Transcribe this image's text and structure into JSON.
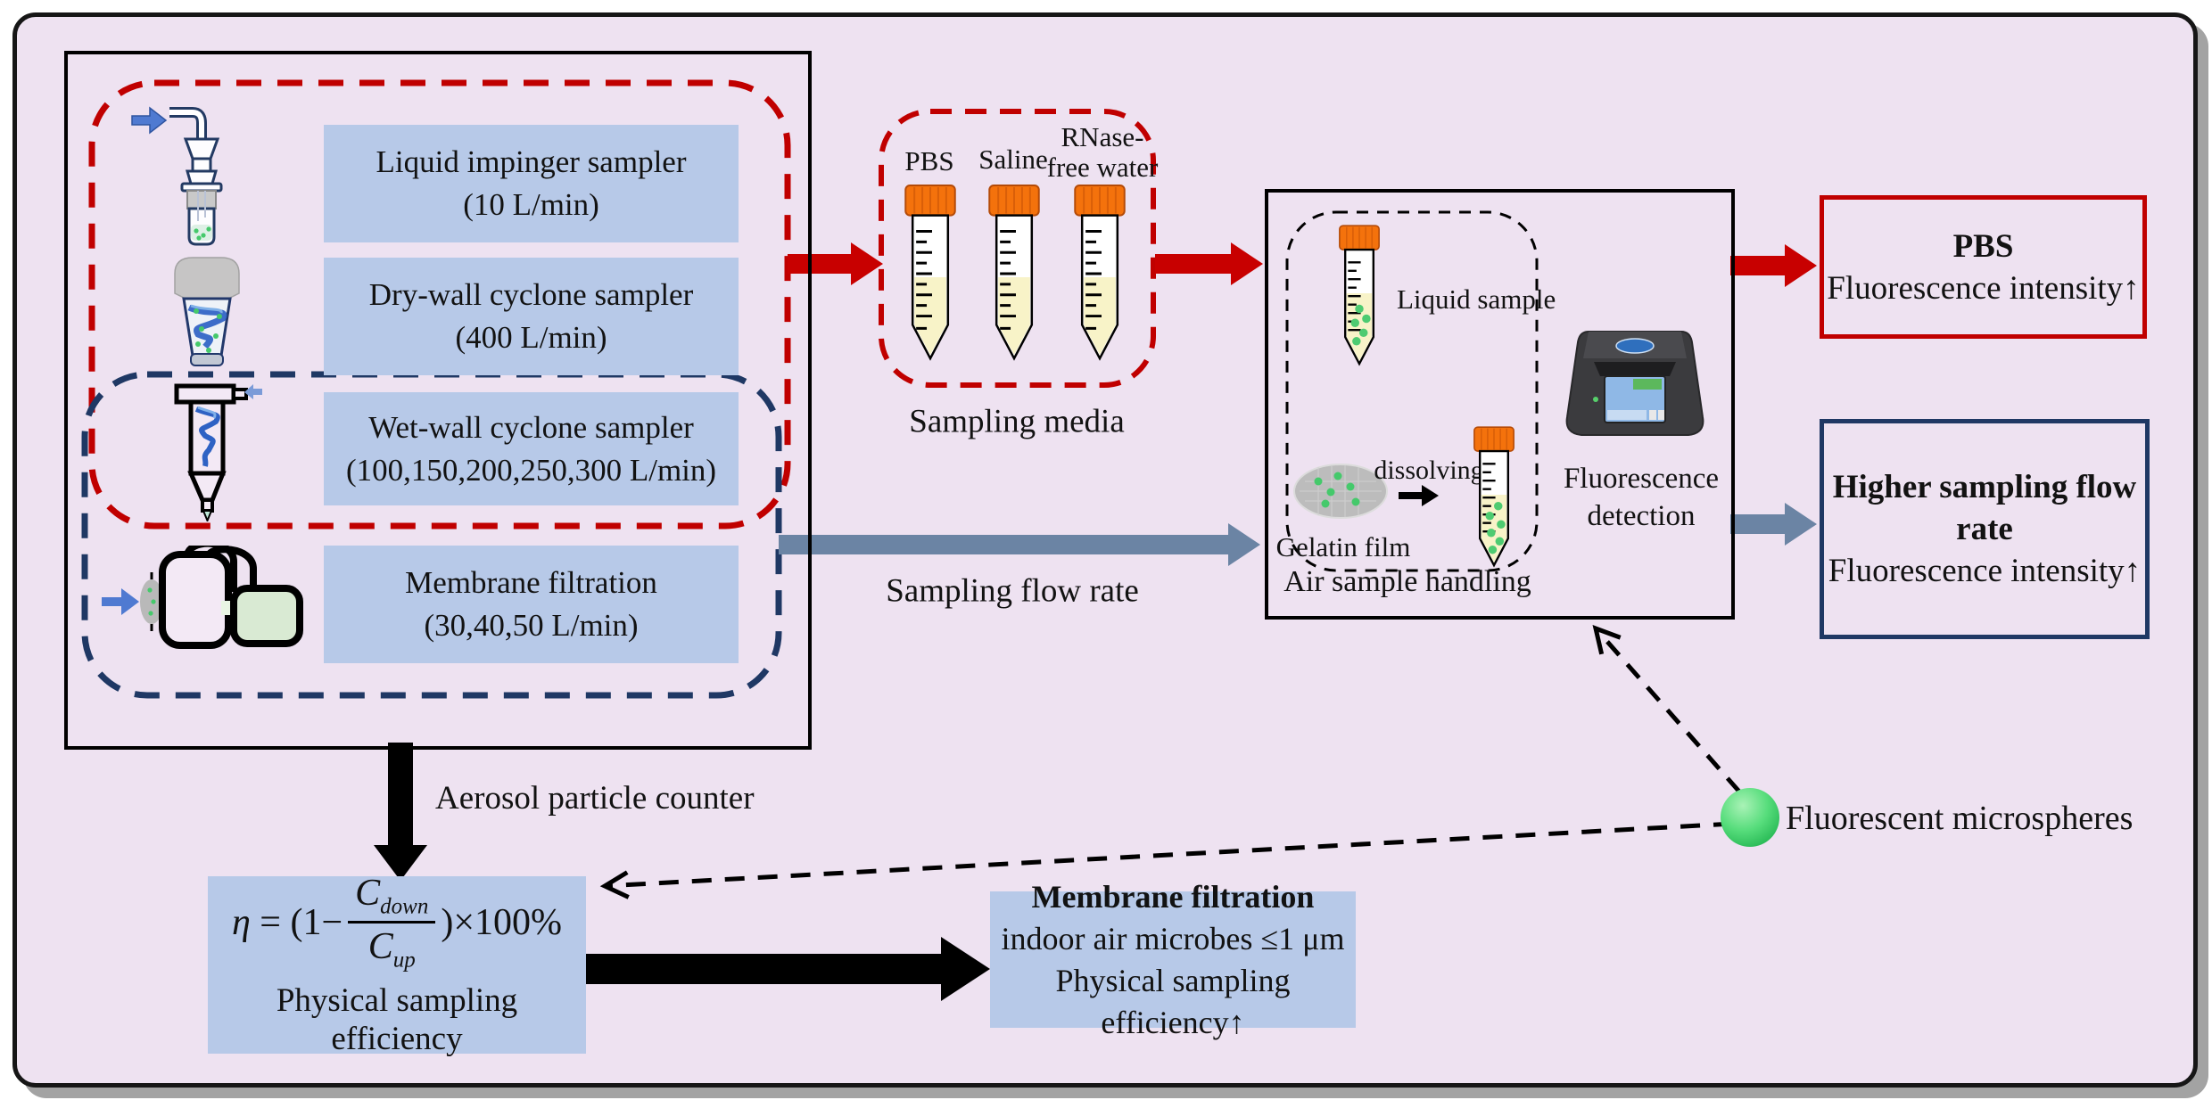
{
  "colors": {
    "background": "#eee2f1",
    "label_box_blue": "#b7c9e8",
    "accent_red": "#c00000",
    "accent_navy": "#1f3864",
    "arrow_slate_blue": "#6b84a4",
    "fluorescent_green": "#45c96b",
    "tube_cap_orange": "#f4720c",
    "tube_liquid_yellow": "#f8f3c8"
  },
  "left_panel": {
    "samplers": [
      {
        "name": "Liquid impinger sampler",
        "flow": "(10 L/min)",
        "icon": "liquid-impinger-icon"
      },
      {
        "name": "Dry-wall cyclone sampler",
        "flow": "(400 L/min)",
        "icon": "dry-wall-cyclone-icon"
      },
      {
        "name": "Wet-wall cyclone sampler",
        "flow": "(100,150,200,250,300 L/min)",
        "icon": "wet-wall-cyclone-icon"
      },
      {
        "name": "Membrane filtration",
        "flow": "(30,40,50 L/min)",
        "icon": "membrane-filtration-icon"
      }
    ]
  },
  "sampling_media": {
    "title": "Sampling media",
    "tubes": [
      {
        "label_lines": [
          "PBS"
        ]
      },
      {
        "label_lines": [
          "Saline"
        ]
      },
      {
        "label_lines": [
          "RNase-",
          "free water"
        ]
      }
    ]
  },
  "flow_arrows": {
    "sampling_flow_rate": "Sampling flow rate",
    "aerosol_particle_counter": "Aerosol particle counter"
  },
  "air_sample_handling": {
    "title": "Air sample handling",
    "liquid_sample": "Liquid sample",
    "gelatin_film": "Gelatin film",
    "dissolving": "dissolving",
    "fluorescence_detection_lines": [
      "Fluorescence",
      "detection"
    ]
  },
  "results": {
    "pbs": {
      "title": "PBS",
      "detail": "Fluorescence intensity↑"
    },
    "higher_flow": {
      "title_lines": [
        "Higher sampling flow",
        "rate"
      ],
      "detail": "Fluorescence intensity↑"
    },
    "membrane": {
      "title": "Membrane filtration",
      "line2": "indoor air microbes ≤1 μm",
      "line3": "Physical sampling efficiency↑"
    }
  },
  "efficiency_formula": {
    "eta": "η",
    "equals": "=",
    "open_paren": "(1",
    "minus": "−",
    "numerator": "C",
    "numerator_sub": "down",
    "denominator": "C",
    "denominator_sub": "up",
    "close_paren": ")",
    "multiplier": "×100%",
    "caption": "Physical sampling efficiency"
  },
  "microspheres": {
    "label": "Fluorescent microspheres"
  }
}
